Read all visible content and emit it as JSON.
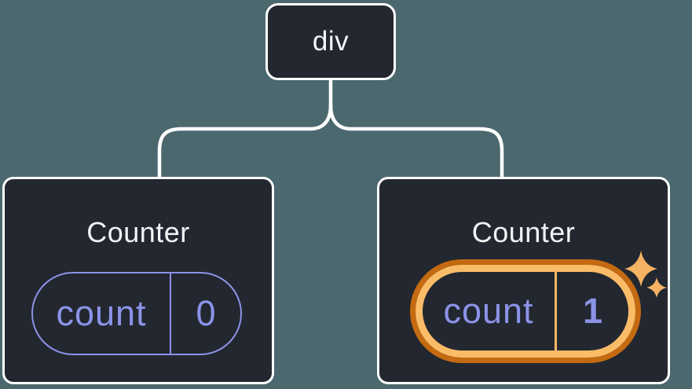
{
  "diagram": {
    "description": "React component tree: a div root with two Counter children; the second Counter's state is highlighted as updated",
    "root": {
      "label": "div"
    },
    "children": [
      {
        "title": "Counter",
        "state_key": "count",
        "state_value": "0",
        "highlighted": false
      },
      {
        "title": "Counter",
        "state_key": "count",
        "state_value": "1",
        "highlighted": true
      }
    ]
  },
  "colors": {
    "background": "#4c686f",
    "node_fill": "#23272f",
    "node_border": "#ffffff",
    "connector_line": "#ffffff",
    "state_purple": "#8b93e8",
    "highlight_orange_light": "#fbbc68",
    "highlight_orange_dark": "#c46a11",
    "sparkle_orange": "#f6b263",
    "text_white": "#f2f3f5"
  }
}
